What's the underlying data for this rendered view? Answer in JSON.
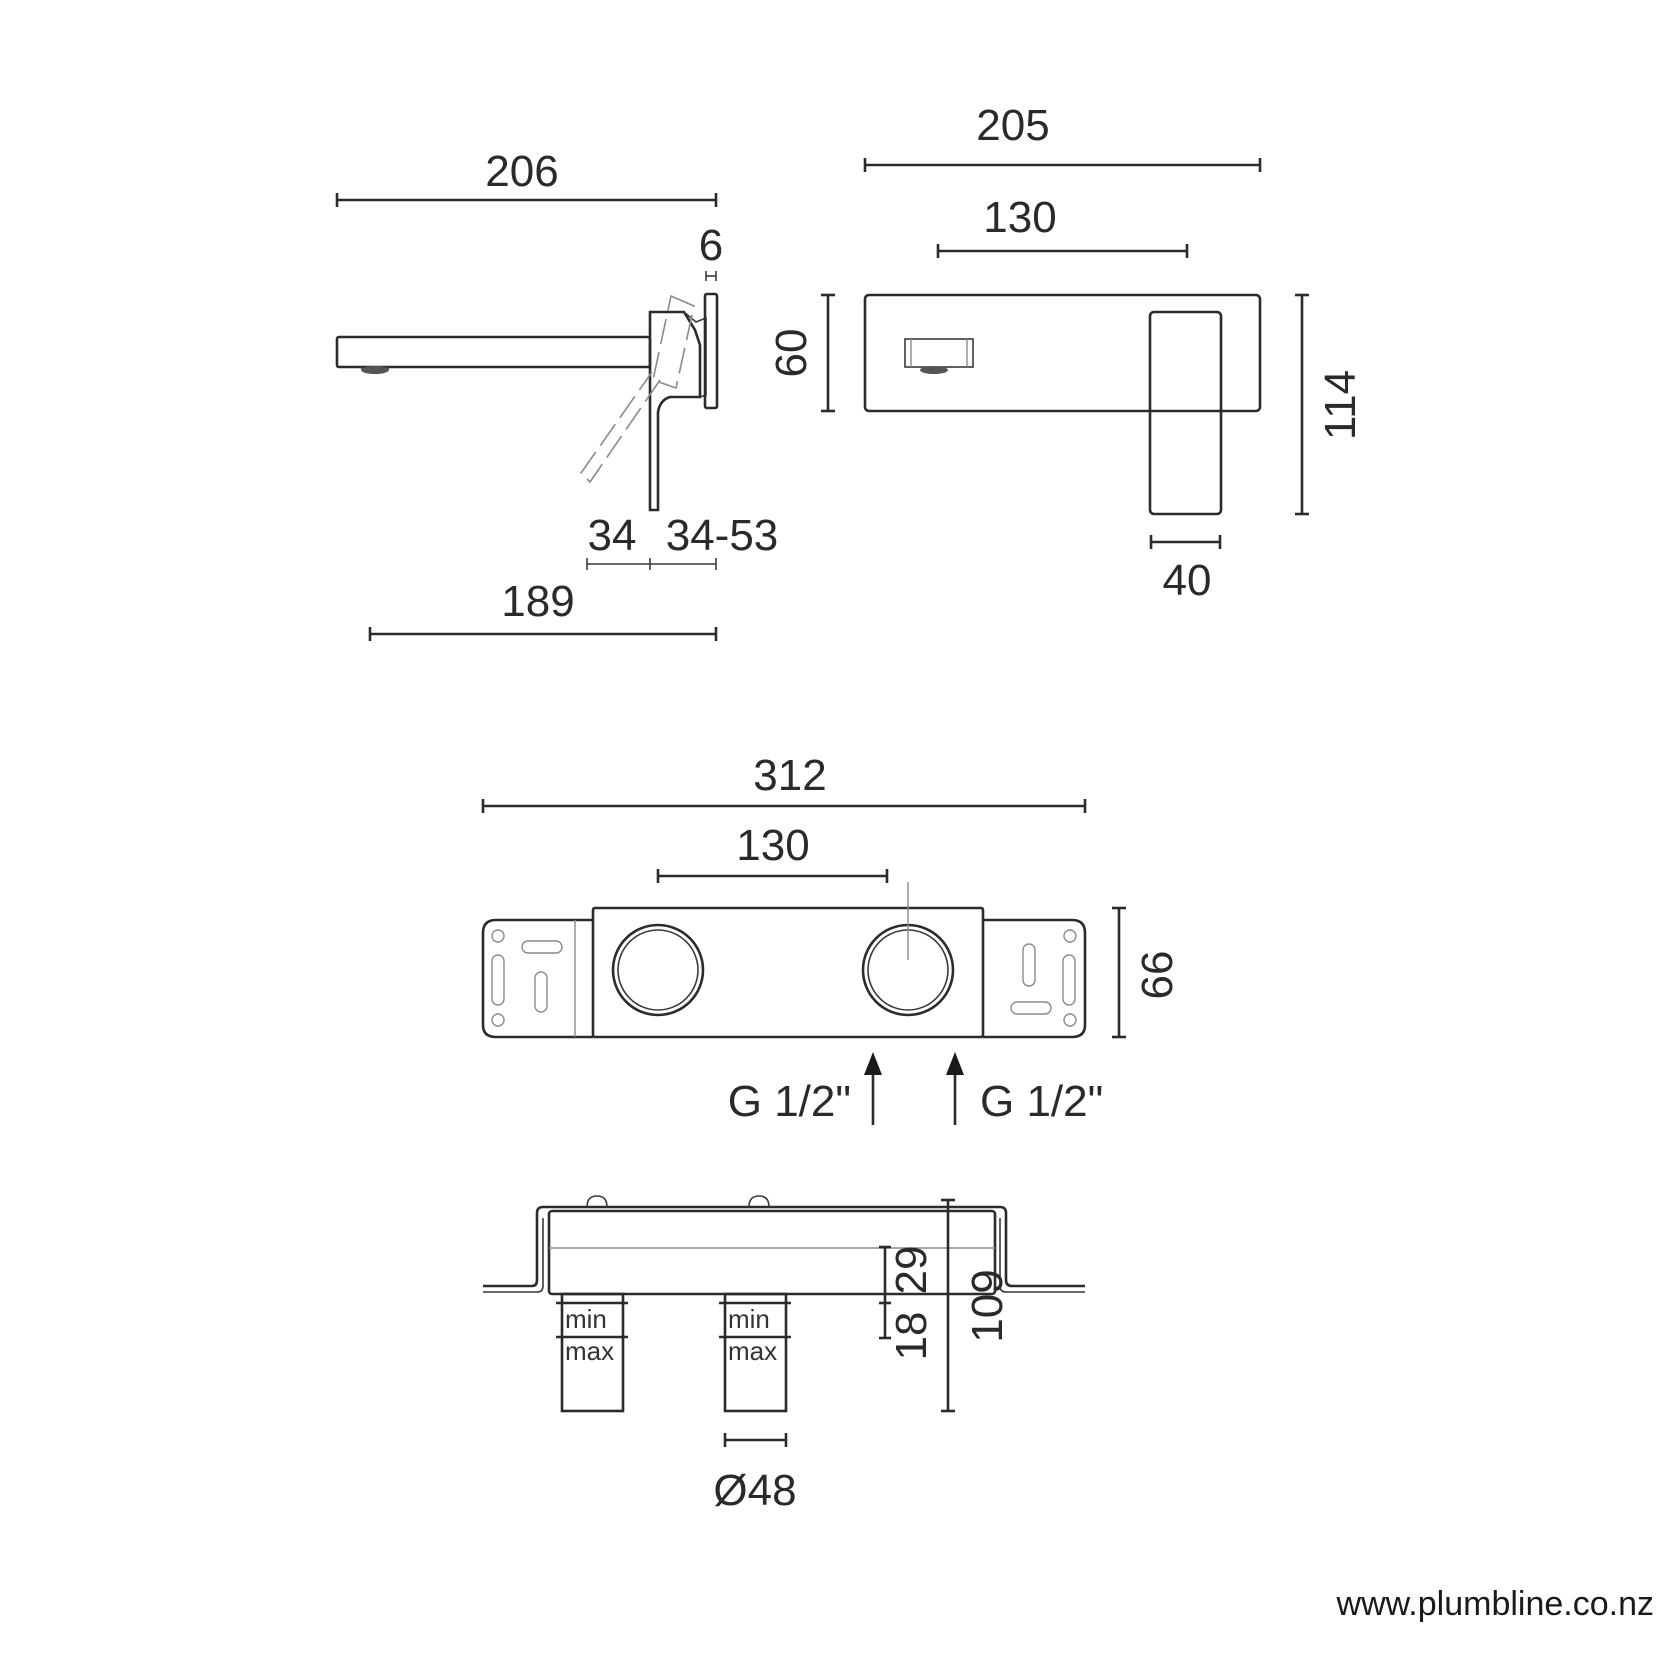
{
  "drawing": {
    "side_view": {
      "dimensions": {
        "overall_length": "206",
        "plate_thickness": "6",
        "handle_offset": "34",
        "wall_depth_range": "34-53",
        "spout_projection": "189"
      }
    },
    "front_view": {
      "dimensions": {
        "plate_width": "205",
        "centers": "130",
        "plate_height": "60",
        "overall_height": "114",
        "handle_width": "40"
      }
    },
    "rough_in_top_view": {
      "dimensions": {
        "overall_width": "312",
        "centers": "130",
        "height": "66"
      },
      "inlets": [
        {
          "label": "G 1/2\""
        },
        {
          "label": "G 1/2\""
        }
      ]
    },
    "rough_in_side_view": {
      "labels": {
        "min": "min",
        "max": "max"
      },
      "dimensions": {
        "depth_upper": "29",
        "depth_lower": "18",
        "overall_depth": "109",
        "diameter": "Ø48"
      }
    }
  },
  "footer": {
    "website": "www.plumbline.co.nz"
  }
}
